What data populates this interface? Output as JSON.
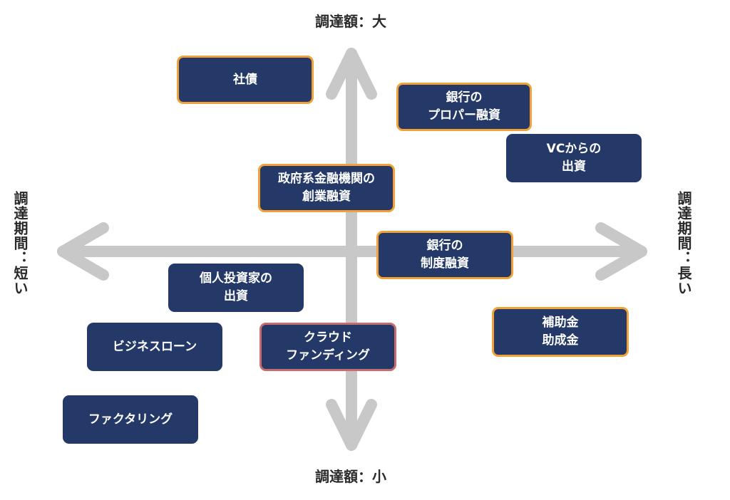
{
  "axes": {
    "top": "調達額：大",
    "bottom": "調達額：小",
    "left": "調達期間：短い",
    "right": "調達期間：長い"
  },
  "colors": {
    "box_fill": "#243968",
    "highlight_orange": "#f0a239",
    "highlight_red": "#c76b6f",
    "arrow": "#c8c8c8"
  },
  "items": {
    "shasai": {
      "line1": "社債",
      "line2": ""
    },
    "ginko_proper": {
      "line1": "銀行の",
      "line2": "プロパー融資"
    },
    "vc": {
      "line1": "VCからの",
      "line2": "出資"
    },
    "seifu": {
      "line1": "政府系金融機関の",
      "line2": "創業融資"
    },
    "ginko_seido": {
      "line1": "銀行の",
      "line2": "制度融資"
    },
    "kojin": {
      "line1": "個人投資家の",
      "line2": "出資"
    },
    "hojo": {
      "line1": "補助金",
      "line2": "助成金"
    },
    "business_loan": {
      "line1": "ビジネスローン",
      "line2": ""
    },
    "crowdfunding": {
      "line1": "クラウド",
      "line2": "ファンディング"
    },
    "factoring": {
      "line1": "ファクタリング",
      "line2": ""
    }
  }
}
